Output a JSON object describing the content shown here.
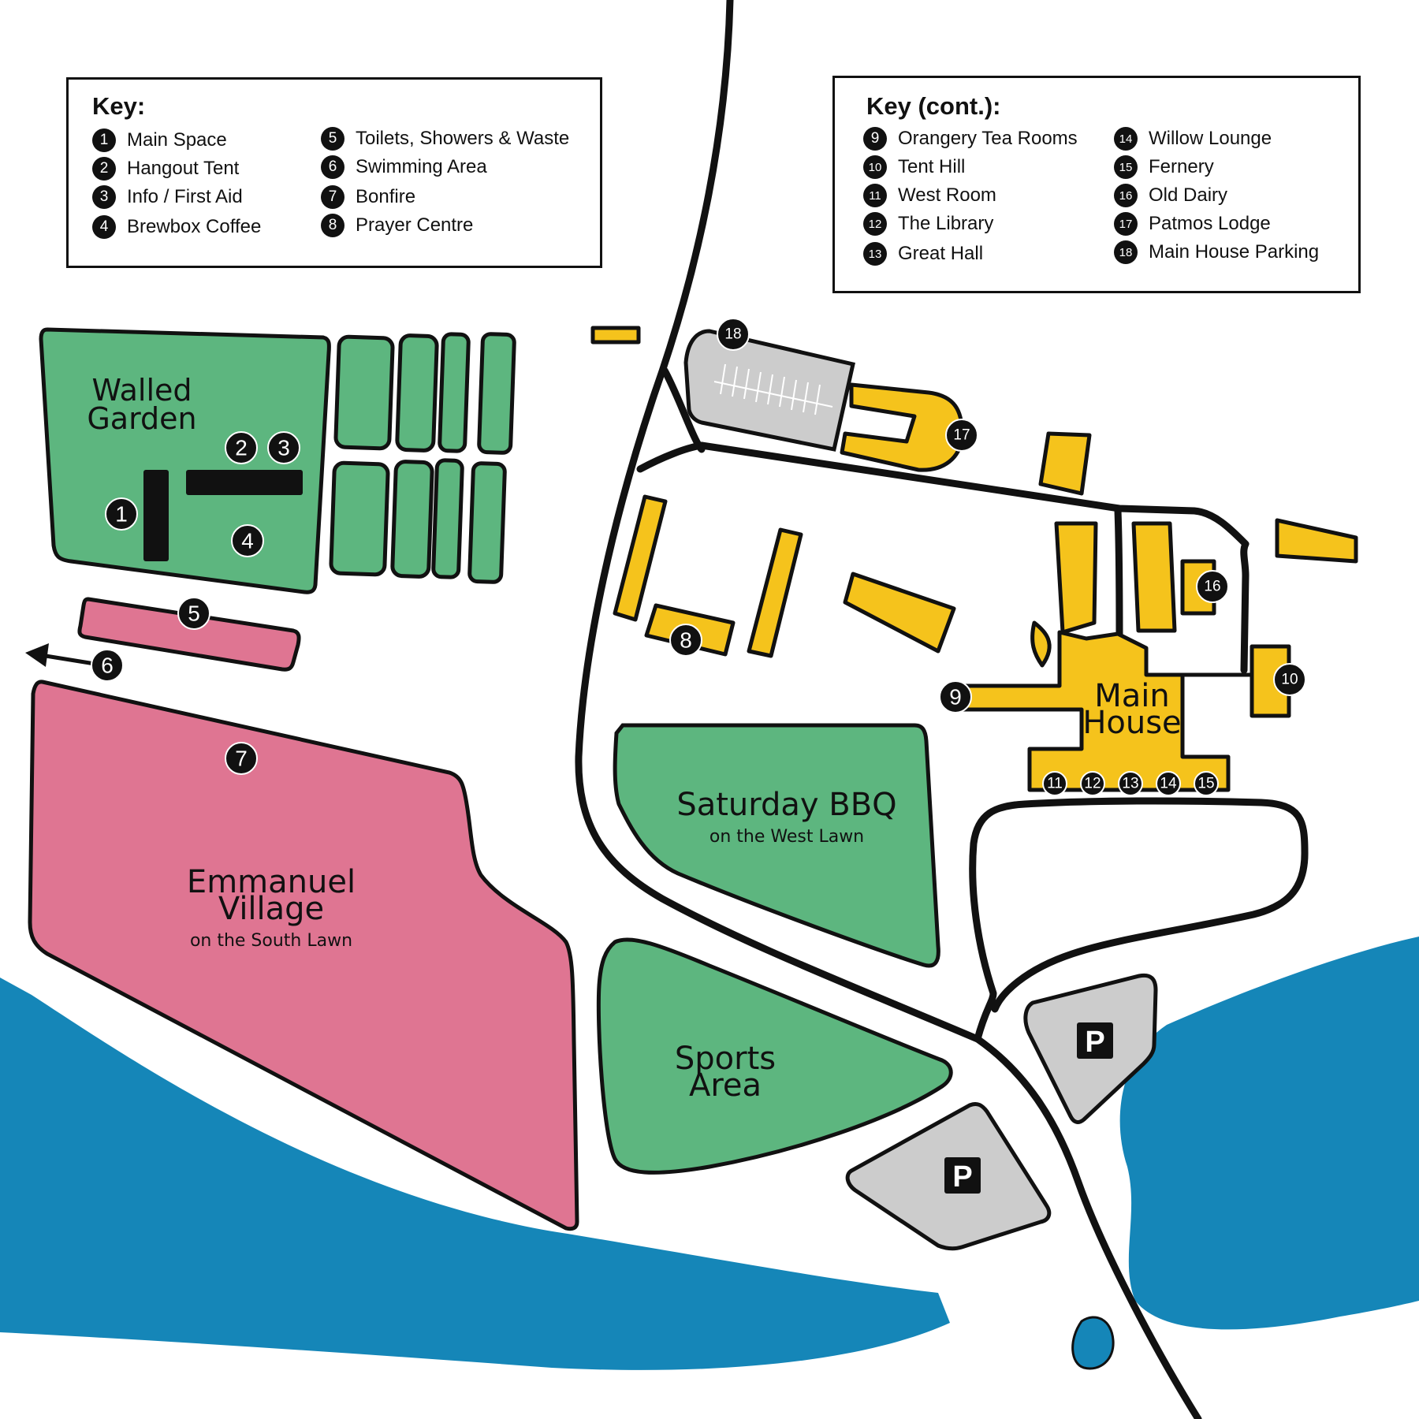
{
  "colors": {
    "green": "#5db67f",
    "pink": "#df7592",
    "yellow": "#f5c31c",
    "grey": "#cccccc",
    "water": "#1586b8",
    "outline": "#111111"
  },
  "key": {
    "title": "Key:",
    "items": [
      {
        "num": "1",
        "label": "Main Space"
      },
      {
        "num": "2",
        "label": "Hangout Tent"
      },
      {
        "num": "3",
        "label": "Info / First Aid"
      },
      {
        "num": "4",
        "label": "Brewbox Coffee"
      },
      {
        "num": "5",
        "label": "Toilets, Showers & Waste"
      },
      {
        "num": "6",
        "label": "Swimming Area"
      },
      {
        "num": "7",
        "label": "Bonfire"
      },
      {
        "num": "8",
        "label": "Prayer Centre"
      }
    ]
  },
  "key_cont": {
    "title": "Key (cont.):",
    "items": [
      {
        "num": "9",
        "label": "Orangery Tea Rooms"
      },
      {
        "num": "10",
        "label": "Tent Hill"
      },
      {
        "num": "11",
        "label": "West Room"
      },
      {
        "num": "12",
        "label": "The Library"
      },
      {
        "num": "13",
        "label": "Great Hall"
      },
      {
        "num": "14",
        "label": "Willow Lounge"
      },
      {
        "num": "15",
        "label": "Fernery"
      },
      {
        "num": "16",
        "label": "Old Dairy"
      },
      {
        "num": "17",
        "label": "Patmos Lodge"
      },
      {
        "num": "18",
        "label": "Main House Parking"
      }
    ]
  },
  "areas": {
    "walled_garden": {
      "line1": "Walled",
      "line2": "Garden"
    },
    "emmanuel_village": {
      "line1": "Emmanuel",
      "line2": "Village",
      "sub": "on the South Lawn"
    },
    "saturday_bbq": {
      "line1": "Saturday BBQ",
      "sub": "on the West Lawn"
    },
    "sports_area": {
      "line1": "Sports",
      "line2": "Area"
    },
    "main_house": {
      "line1": "Main",
      "line2": "House"
    }
  },
  "parking_label": "P",
  "markers": {
    "m1": "1",
    "m2": "2",
    "m3": "3",
    "m4": "4",
    "m5": "5",
    "m6": "6",
    "m7": "7",
    "m8": "8",
    "m9": "9",
    "m10": "10",
    "m11": "11",
    "m12": "12",
    "m13": "13",
    "m14": "14",
    "m15": "15",
    "m16": "16",
    "m17": "17",
    "m18": "18"
  }
}
